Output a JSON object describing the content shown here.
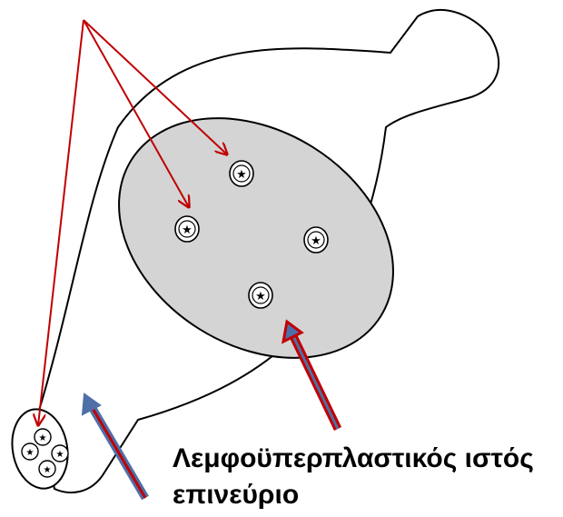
{
  "labels": {
    "tissue": "Λεμφοϋπερπλαστικός ιστός",
    "epineurium": "επινεύριο"
  },
  "colors": {
    "outline": "#000000",
    "cross_section_fill": "#d4d4d4",
    "pointer_arrow": "#c00000",
    "label_arrow_outer": "#c00000",
    "label_arrow_inner": "#4f6fa8"
  },
  "icons": {
    "fascicle": "star-in-circle"
  }
}
